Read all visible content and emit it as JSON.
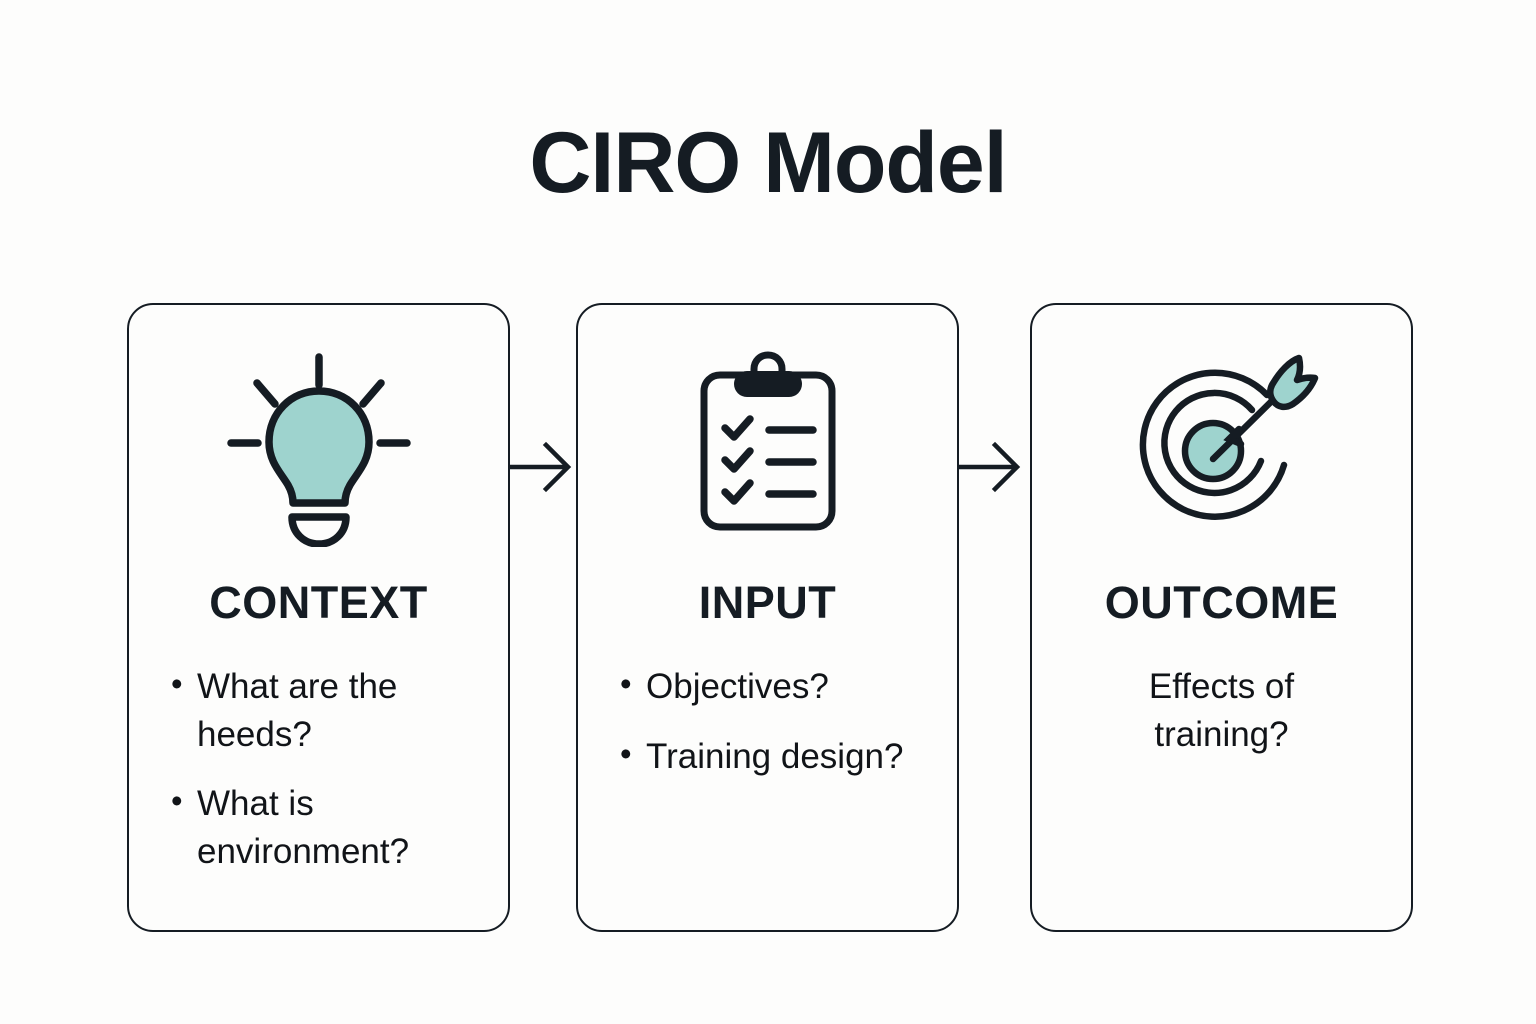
{
  "title": "CIRO Model",
  "theme": {
    "background": "#fdfdfc",
    "ink": "#151c23",
    "text": "#111418",
    "accent_teal": "#9ed3ce",
    "card_border": "#151c23"
  },
  "cards": [
    {
      "id": "context",
      "heading": "CONTEXT",
      "icon": "lightbulb-icon",
      "list_style": "bulleted",
      "items": [
        "What are the heeds?",
        "What is environment?"
      ]
    },
    {
      "id": "input",
      "heading": "INPUT",
      "icon": "clipboard-checklist-icon",
      "list_style": "bulleted",
      "items": [
        "Objectives?",
        "Training design?"
      ]
    },
    {
      "id": "outcome",
      "heading": "OUTCOME",
      "icon": "target-arrow-icon",
      "list_style": "plain",
      "items": [
        "Effects of training?"
      ]
    }
  ],
  "connectors": [
    {
      "id": "context-to-input",
      "icon": "arrow-right-icon"
    },
    {
      "id": "input-to-outcome",
      "icon": "arrow-right-icon"
    }
  ]
}
